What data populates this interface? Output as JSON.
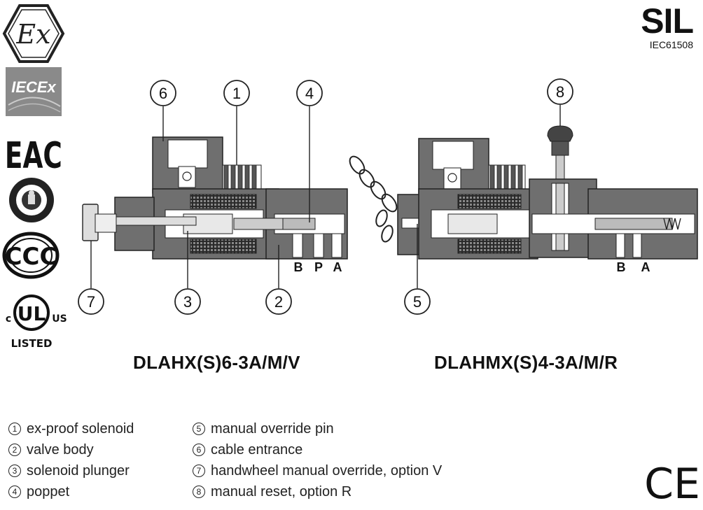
{
  "certifications": {
    "sil": {
      "label": "SIL",
      "standard": "IEC61508"
    },
    "ex": "Ex",
    "iecex": "IECEx",
    "eac": "EAC",
    "ccc": "CCC",
    "ul": {
      "left": "c",
      "mark": "UL",
      "right": "US",
      "bottom": "LISTED"
    },
    "ce": "CE"
  },
  "valves": [
    {
      "title": "DLAHX(S)6-3A/M/V",
      "ports": [
        "B",
        "P",
        "A"
      ]
    },
    {
      "title": "DLAHMX(S)4-3A/M/R",
      "ports": [
        "B",
        "A"
      ]
    }
  ],
  "callouts": [
    "1",
    "2",
    "3",
    "4",
    "5",
    "6",
    "7",
    "8"
  ],
  "legend": [
    {
      "num": "1",
      "text": "ex-proof solenoid"
    },
    {
      "num": "2",
      "text": "valve body"
    },
    {
      "num": "3",
      "text": "solenoid plunger"
    },
    {
      "num": "4",
      "text": "poppet"
    },
    {
      "num": "5",
      "text": "manual override pin"
    },
    {
      "num": "6",
      "text": "cable entrance"
    },
    {
      "num": "7",
      "text": "handwheel manual override, option V"
    },
    {
      "num": "8",
      "text": "manual reset, option R"
    }
  ]
}
